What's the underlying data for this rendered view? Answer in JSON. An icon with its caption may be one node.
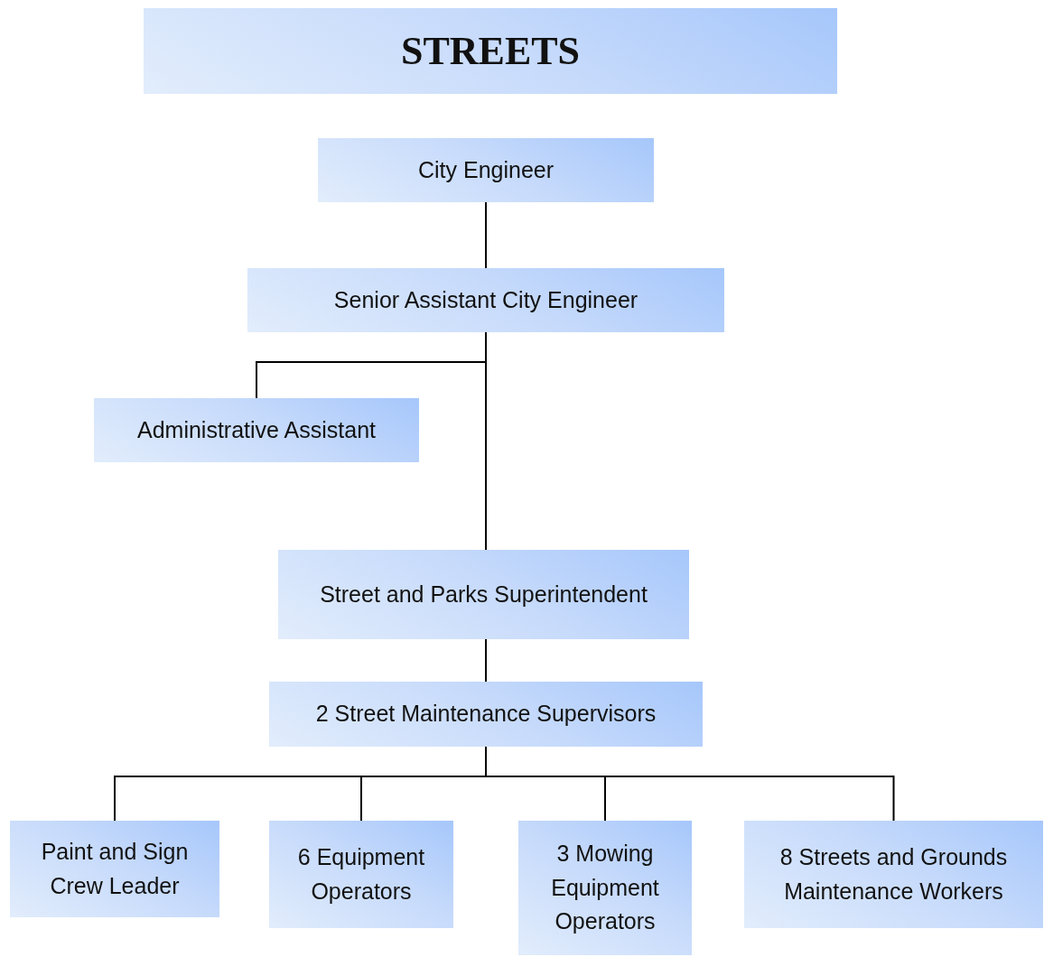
{
  "diagram": {
    "title": "STREETS",
    "nodes": [
      {
        "text": [
          "City Engineer"
        ]
      },
      {
        "text": [
          "Senior Assistant City Engineer"
        ]
      },
      {
        "text": [
          "Administrative Assistant"
        ]
      },
      {
        "text": [
          "Street and Parks Superintendent"
        ]
      },
      {
        "text": [
          "2 Street Maintenance Supervisors"
        ]
      },
      {
        "text": [
          "Paint and Sign Crew Leader"
        ]
      },
      {
        "text": [
          "6 Equipment Operators"
        ]
      },
      {
        "text": [
          "3 Mowing Equipment Operators"
        ]
      },
      {
        "text": [
          "8 Streets and Grounds Maintenance Workers"
        ]
      }
    ],
    "edges": [
      {
        "from": 0,
        "to": 1,
        "arrow": "none"
      },
      {
        "from": 1,
        "to": 2,
        "arrow": "none"
      },
      {
        "from": 1,
        "to": 3,
        "arrow": "none"
      },
      {
        "from": 3,
        "to": 4,
        "arrow": "none"
      },
      {
        "from": 4,
        "to": 5,
        "arrow": "none"
      },
      {
        "from": 4,
        "to": 6,
        "arrow": "none"
      },
      {
        "from": 4,
        "to": 7,
        "arrow": "none"
      },
      {
        "from": 4,
        "to": 8,
        "arrow": "none"
      }
    ]
  }
}
